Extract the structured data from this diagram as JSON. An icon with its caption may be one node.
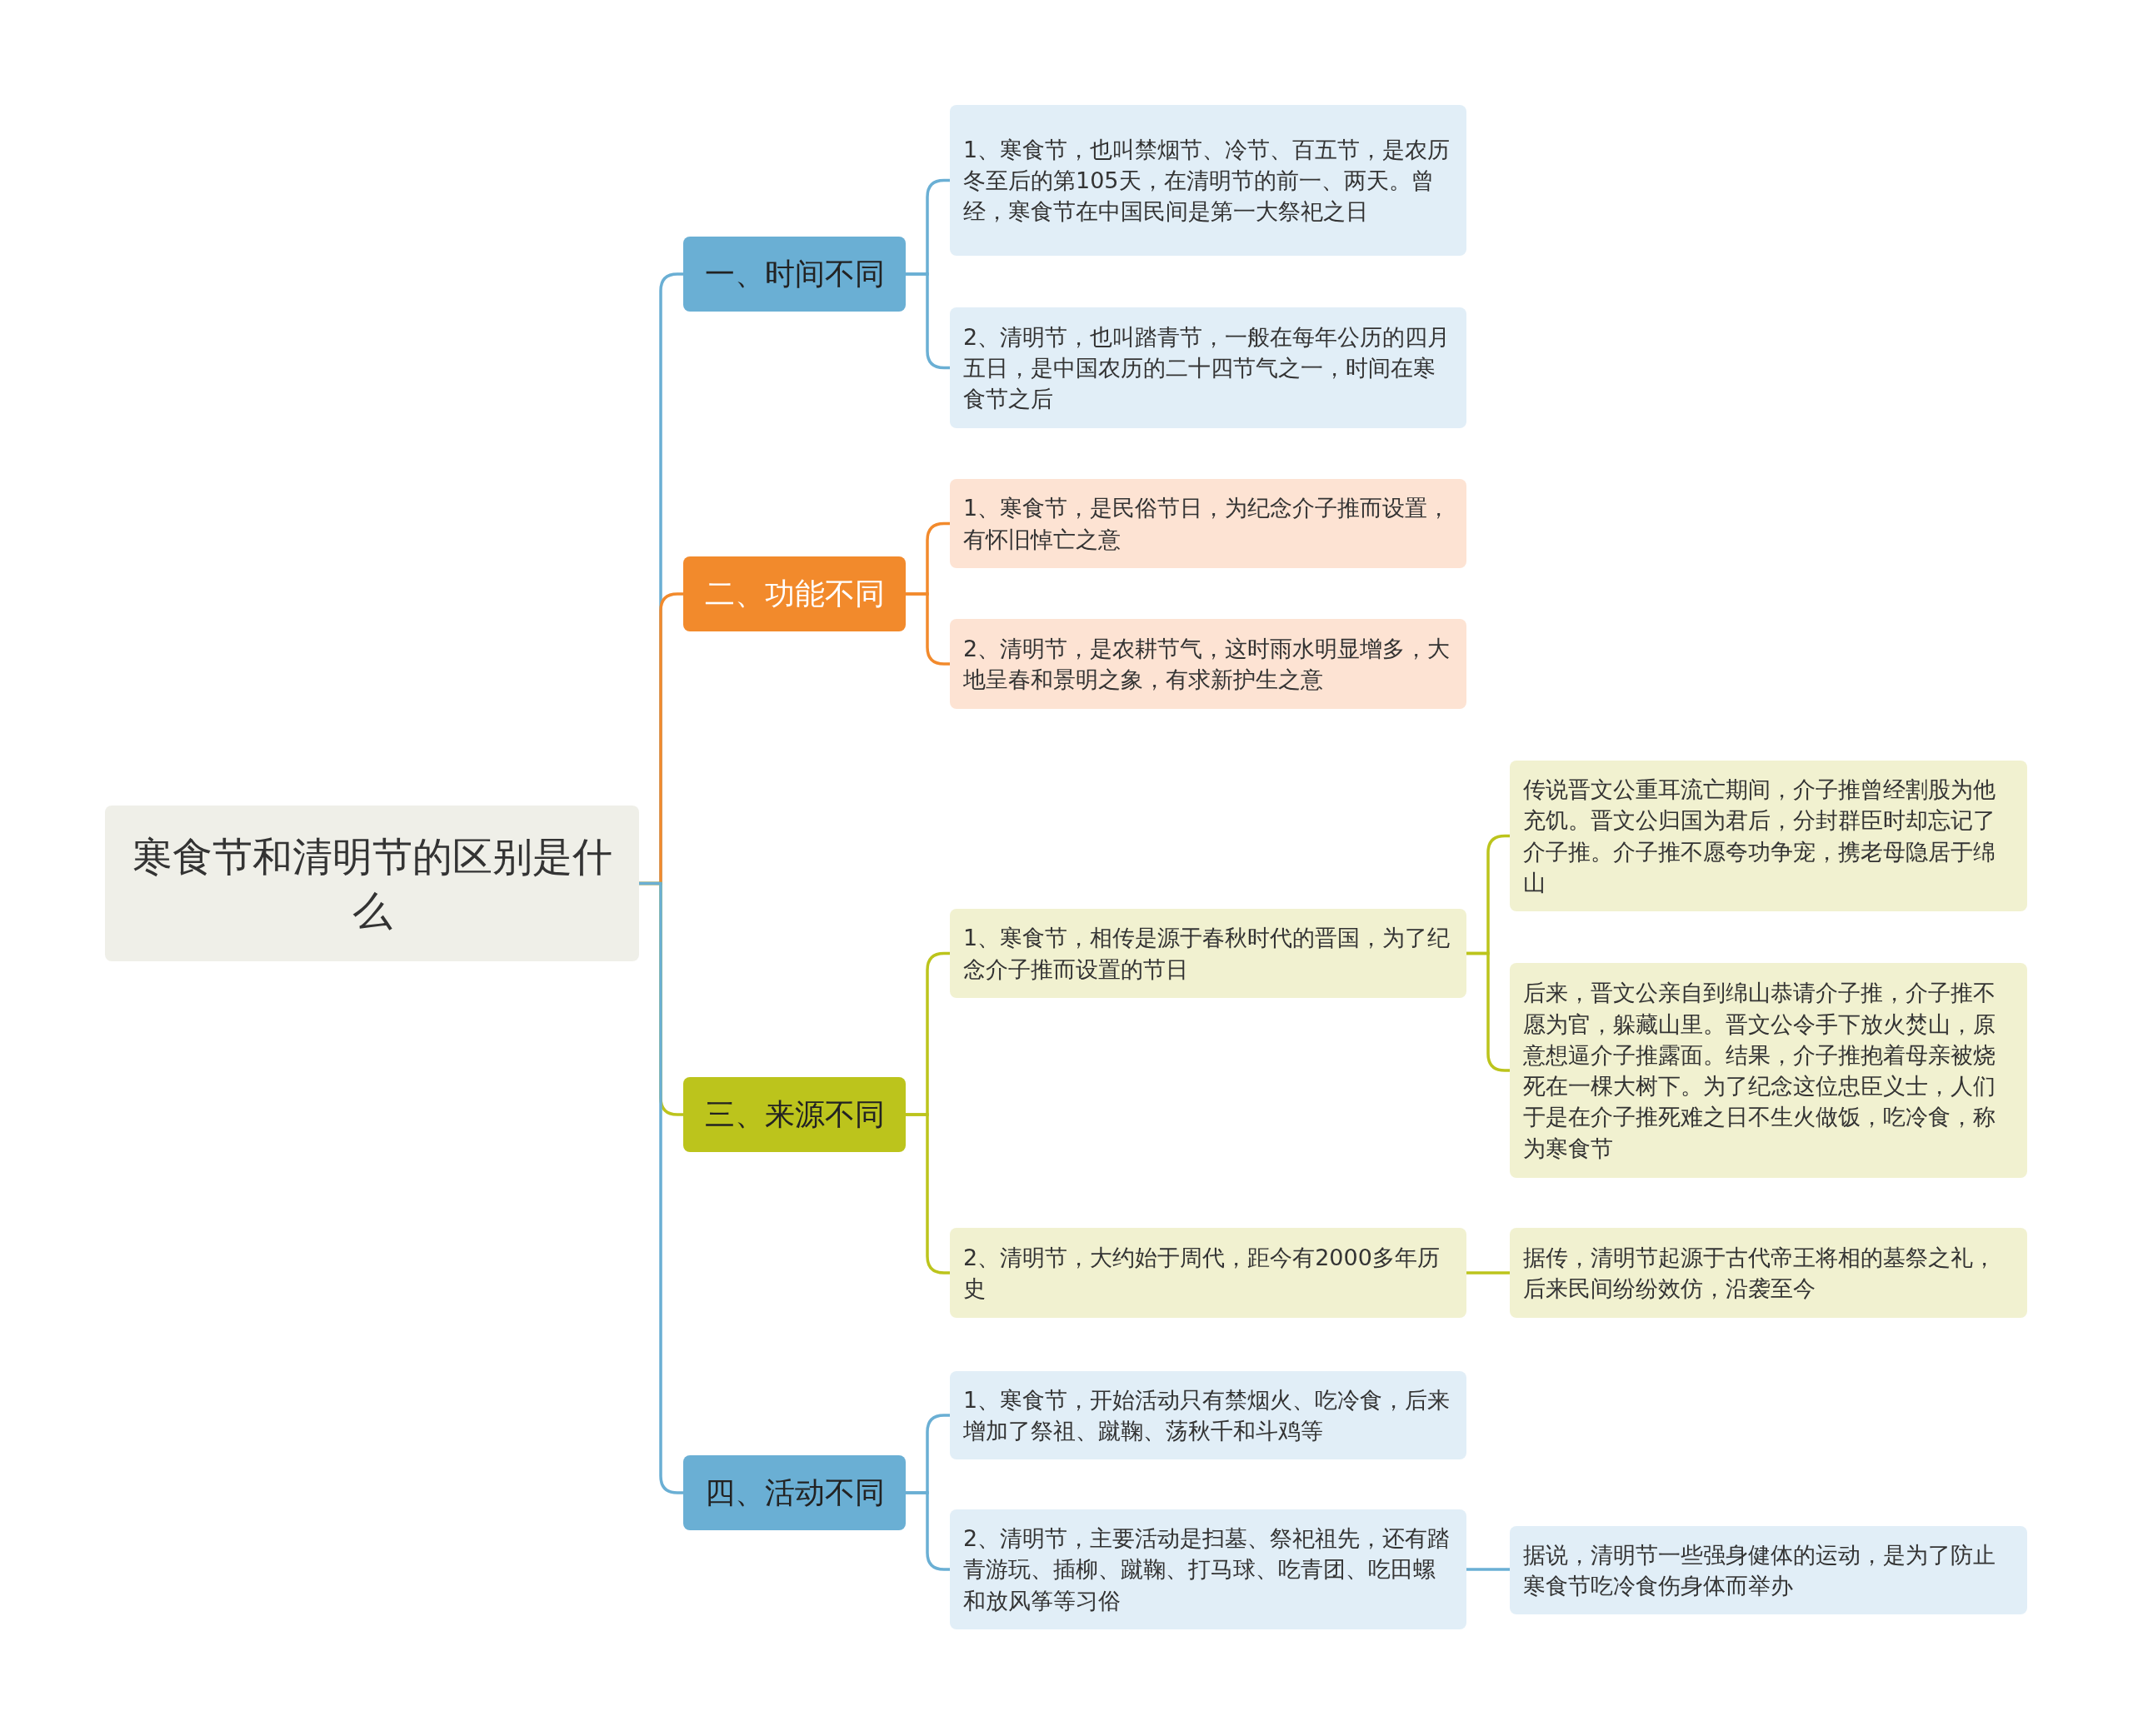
{
  "diagram": {
    "nodes": [
      {
        "text": [
          "寒食节和清明节的区别是什么"
        ]
      },
      {
        "text": [
          "一、时间不同"
        ]
      },
      {
        "text": [
          "1、寒食节，也叫禁烟节、冷节、百五节，是农历冬至后的第105天，在清明节的前一、两天。曾经，寒食节在中国民间是第一大祭祀之日"
        ]
      },
      {
        "text": [
          "2、清明节，也叫踏青节，一般在每年公历的四月五日，是中国农历的二十四节气之一，时间在寒食节之后"
        ]
      },
      {
        "text": [
          "二、功能不同"
        ]
      },
      {
        "text": [
          "1、寒食节，是民俗节日，为纪念介子推而设置，有怀旧悼亡之意"
        ]
      },
      {
        "text": [
          "2、清明节，是农耕节气，这时雨水明显增多，大地呈春和景明之象，有求新护生之意"
        ]
      },
      {
        "text": [
          "三、来源不同"
        ]
      },
      {
        "text": [
          "1、寒食节，相传是源于春秋时代的晋国，为了纪念介子推而设置的节日"
        ]
      },
      {
        "text": [
          "传说晋文公重耳流亡期间，介子推曾经割股为他充饥。晋文公归国为君后，分封群臣时却忘记了介子推。介子推不愿夸功争宠，携老母隐居于绵山"
        ]
      },
      {
        "text": [
          "后来，晋文公亲自到绵山恭请介子推，介子推不愿为官，躲藏山里。晋文公令手下放火焚山，原意想逼介子推露面。结果，介子推抱着母亲被烧死在一棵大树下。为了纪念这位忠臣义士，人们于是在介子推死难之日不生火做饭，吃冷食，称为寒食节"
        ]
      },
      {
        "text": [
          "2、清明节，大约始于周代，距今有2000多年历史"
        ]
      },
      {
        "text": [
          "据传，清明节起源于古代帝王将相的墓祭之礼，后来民间纷纷效仿，沿袭至今"
        ]
      },
      {
        "text": [
          "四、活动不同"
        ]
      },
      {
        "text": [
          "1、寒食节，开始活动只有禁烟火、吃冷食，后来增加了祭祖、蹴鞠、荡秋千和斗鸡等"
        ]
      },
      {
        "text": [
          "2、清明节，主要活动是扫墓、祭祀祖先，还有踏青游玩、插柳、蹴鞠、打马球、吃青团、吃田螺和放风筝等习俗"
        ]
      },
      {
        "text": [
          "据说，清明节一些强身健体的运动，是为了防止寒食节吃冷食伤身体而举办"
        ]
      }
    ],
    "edges": [
      {
        "from": 0,
        "to": 1,
        "arrow": "none",
        "color": "#6aafd4"
      },
      {
        "from": 1,
        "to": 2,
        "arrow": "none",
        "color": "#6aafd4"
      },
      {
        "from": 1,
        "to": 3,
        "arrow": "none",
        "color": "#6aafd4"
      },
      {
        "from": 0,
        "to": 4,
        "arrow": "none",
        "color": "#f28a2c"
      },
      {
        "from": 4,
        "to": 5,
        "arrow": "none",
        "color": "#f28a2c"
      },
      {
        "from": 4,
        "to": 6,
        "arrow": "none",
        "color": "#f28a2c"
      },
      {
        "from": 0,
        "to": 7,
        "arrow": "none",
        "color": "#bcc41c"
      },
      {
        "from": 7,
        "to": 8,
        "arrow": "none",
        "color": "#bcc41c"
      },
      {
        "from": 8,
        "to": 9,
        "arrow": "none",
        "color": "#bcc41c"
      },
      {
        "from": 8,
        "to": 10,
        "arrow": "none",
        "color": "#bcc41c"
      },
      {
        "from": 7,
        "to": 11,
        "arrow": "none",
        "color": "#bcc41c"
      },
      {
        "from": 11,
        "to": 12,
        "arrow": "none",
        "color": "#bcc41c"
      },
      {
        "from": 0,
        "to": 13,
        "arrow": "none",
        "color": "#6aafd4"
      },
      {
        "from": 13,
        "to": 14,
        "arrow": "none",
        "color": "#6aafd4"
      },
      {
        "from": 13,
        "to": 15,
        "arrow": "none",
        "color": "#6aafd4"
      },
      {
        "from": 15,
        "to": 16,
        "arrow": "none",
        "color": "#6aafd4"
      }
    ]
  }
}
